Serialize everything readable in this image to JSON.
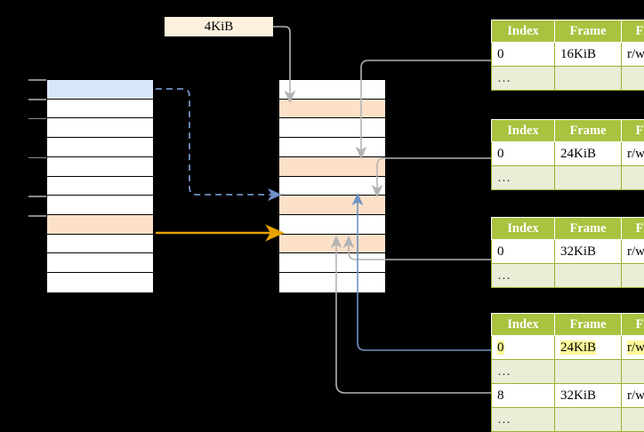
{
  "diagram": {
    "title_label": "4KiB",
    "colors": {
      "header_green": "#a9c23f",
      "row_alt_green": "#e9eed6",
      "highlight_yellow": "#fdf89a",
      "peach": "#fde0c8",
      "blue_row": "#d9e7fb",
      "blue_arrow": "#7191c4",
      "orange_arrow": "#e8a200",
      "gray_arrow": "#b3b3b3",
      "label_bg": "#fdf0dc"
    }
  },
  "virtual_column": {
    "name": "left-memory-column",
    "rows": [
      {
        "fill": "blue"
      },
      {
        "fill": "white"
      },
      {
        "fill": "white"
      },
      {
        "fill": "white"
      },
      {
        "fill": "white"
      },
      {
        "fill": "white"
      },
      {
        "fill": "white"
      },
      {
        "fill": "peach"
      },
      {
        "fill": "white"
      },
      {
        "fill": "white"
      },
      {
        "fill": "white"
      }
    ]
  },
  "physical_column": {
    "name": "middle-memory-column",
    "rows": [
      {
        "fill": "white"
      },
      {
        "fill": "peach"
      },
      {
        "fill": "white"
      },
      {
        "fill": "white"
      },
      {
        "fill": "peach"
      },
      {
        "fill": "white"
      },
      {
        "fill": "peach"
      },
      {
        "fill": "white"
      },
      {
        "fill": "peach"
      },
      {
        "fill": "white"
      },
      {
        "fill": "white"
      }
    ]
  },
  "tables": [
    {
      "name": "page-table-1",
      "headers": [
        "Index",
        "Frame",
        "Flags"
      ],
      "rows": [
        {
          "cells": [
            "0",
            "16KiB",
            "r/w"
          ],
          "style": "normal",
          "highlight": [
            false,
            false,
            false
          ]
        },
        {
          "cells": [
            "…",
            "",
            ""
          ],
          "style": "dots",
          "highlight": [
            false,
            false,
            false
          ]
        }
      ]
    },
    {
      "name": "page-table-2",
      "headers": [
        "Index",
        "Frame",
        "Flags"
      ],
      "rows": [
        {
          "cells": [
            "0",
            "24KiB",
            "r/w"
          ],
          "style": "normal",
          "highlight": [
            false,
            false,
            false
          ]
        },
        {
          "cells": [
            "…",
            "",
            ""
          ],
          "style": "dots",
          "highlight": [
            false,
            false,
            false
          ]
        }
      ]
    },
    {
      "name": "page-table-3",
      "headers": [
        "Index",
        "Frame",
        "Flags"
      ],
      "rows": [
        {
          "cells": [
            "0",
            "32KiB",
            "r/w"
          ],
          "style": "normal",
          "highlight": [
            false,
            false,
            false
          ]
        },
        {
          "cells": [
            "…",
            "",
            ""
          ],
          "style": "dots",
          "highlight": [
            false,
            false,
            false
          ]
        }
      ]
    },
    {
      "name": "page-table-4",
      "headers": [
        "Index",
        "Frame",
        "Flags"
      ],
      "rows": [
        {
          "cells": [
            "0",
            "24KiB",
            "r/w"
          ],
          "style": "normal",
          "highlight": [
            true,
            true,
            true
          ]
        },
        {
          "cells": [
            "…",
            "",
            ""
          ],
          "style": "dots",
          "highlight": [
            false,
            false,
            false
          ]
        },
        {
          "cells": [
            "8",
            "32KiB",
            "r/w"
          ],
          "style": "normal",
          "highlight": [
            false,
            false,
            false
          ]
        },
        {
          "cells": [
            "…",
            "",
            ""
          ],
          "style": "dots",
          "highlight": [
            false,
            false,
            false
          ]
        }
      ]
    }
  ]
}
